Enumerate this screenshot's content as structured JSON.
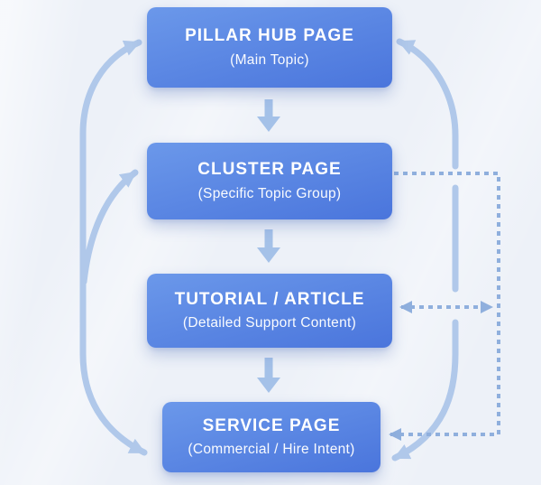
{
  "diagram": {
    "nodes": [
      {
        "id": "pillar-hub-page",
        "title": "PILLAR HUB PAGE",
        "subtitle": "(Main Topic)"
      },
      {
        "id": "cluster-page",
        "title": "CLUSTER PAGE",
        "subtitle": "(Specific Topic Group)"
      },
      {
        "id": "tutorial-article",
        "title": "TUTORIAL / ARTICLE",
        "subtitle": "(Detailed Support Content)"
      },
      {
        "id": "service-page",
        "title": "SERVICE PAGE",
        "subtitle": "(Commercial / Hire Intent)"
      }
    ],
    "edges": [
      {
        "from": "pillar-hub-page",
        "to": "cluster-page",
        "type": "solid-arrow-down"
      },
      {
        "from": "cluster-page",
        "to": "tutorial-article",
        "type": "solid-arrow-down"
      },
      {
        "from": "tutorial-article",
        "to": "service-page",
        "type": "solid-arrow-down"
      },
      {
        "from": "service-page",
        "to": "pillar-hub-page",
        "type": "curved-double-headed-arrow-left-side"
      },
      {
        "from": "service-page",
        "to": "cluster-page",
        "type": "curved-arrow-left-side"
      },
      {
        "from": "pillar-hub-page",
        "to": "service-page",
        "type": "curved-double-headed-arrow-right-side"
      },
      {
        "from": "cluster-page",
        "to": "service-page",
        "type": "dashed-elbow-arrow-right-side"
      },
      {
        "from": "tutorial-article",
        "to": "dashed-elbow-line",
        "type": "dashed-double-headed-arrow"
      }
    ]
  },
  "theme": {
    "canvas-bg": "#edf1f8",
    "node-grad-top": "#6b98ea",
    "node-grad-bottom": "#4a75dc",
    "node-text": "#ffffff",
    "edge-solid": "#b0c8ea",
    "edge-down": "#a4c1e8",
    "edge-dashed": "#8fafdd"
  }
}
